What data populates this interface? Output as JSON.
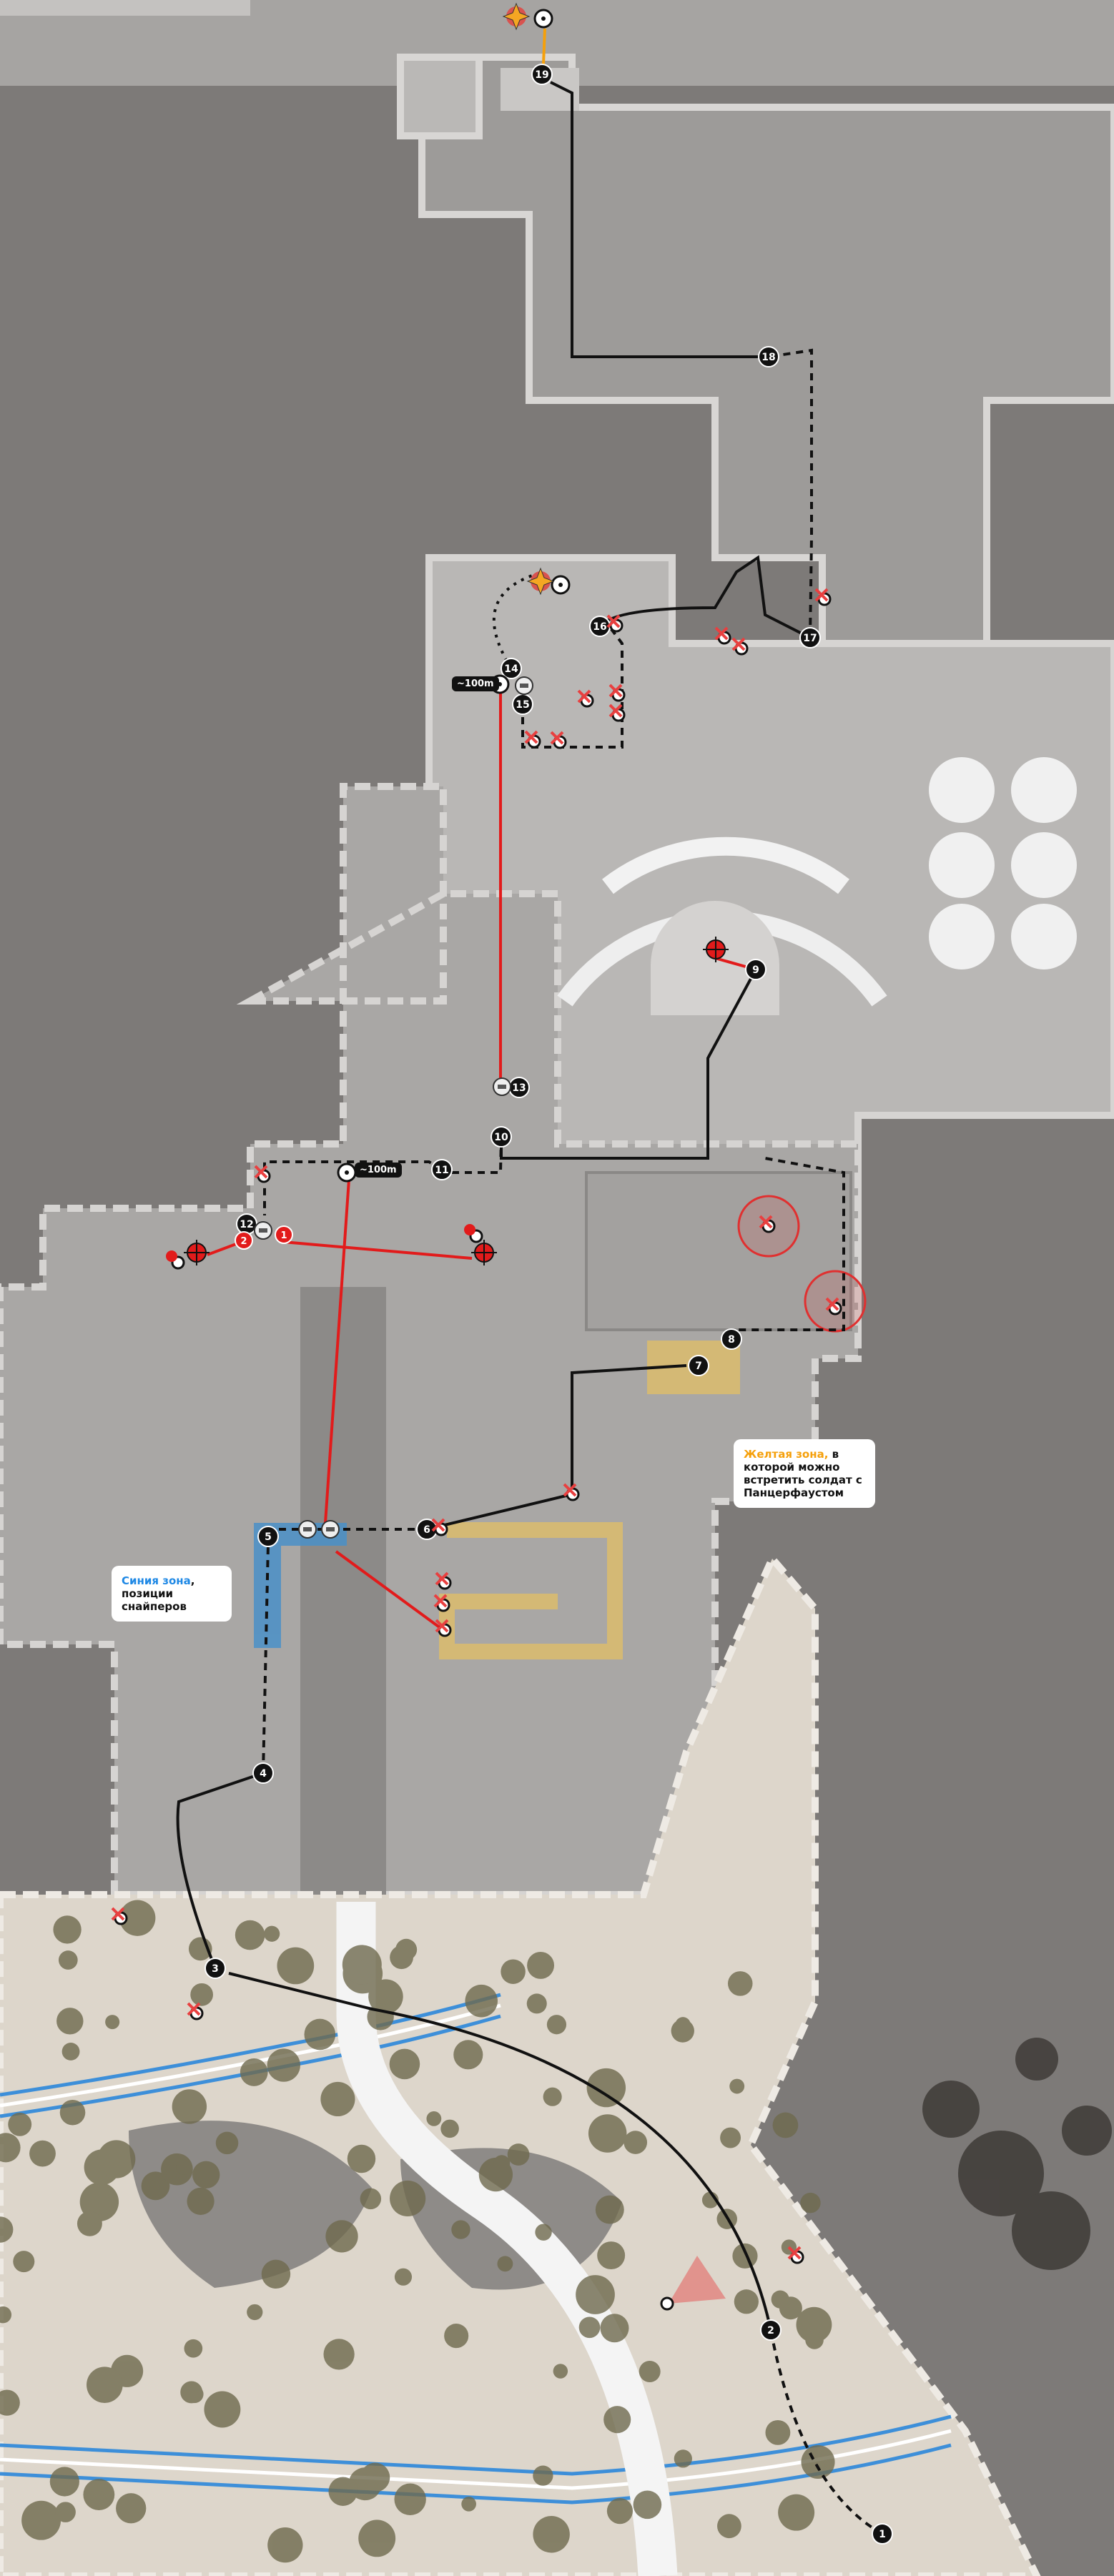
{
  "map": {
    "colors": {
      "terrain_dark": "#7d7a78",
      "building": "#a9a7a5",
      "plaza": "#b9b7b5",
      "sand": "#ddd6cb",
      "route": "#111111",
      "sniper_line": "#e21b1b",
      "blue_zone": "#4a90c8",
      "yellow_zone": "#d8bb70",
      "water": "#3d8fd9",
      "tree": "#6f6a4e",
      "orange_line": "#f5a00b"
    },
    "waypoints": [
      "1",
      "2",
      "3",
      "4",
      "5",
      "6",
      "7",
      "8",
      "9",
      "10",
      "11",
      "12",
      "13",
      "14",
      "15",
      "16",
      "17",
      "18",
      "19"
    ],
    "sniper_shots": [
      "1",
      "2"
    ],
    "distance_labels": [
      "~100m",
      "~100m"
    ],
    "icons": [
      "explosion-icon",
      "crosshair-icon",
      "target-icon",
      "sniper-nest-icon",
      "enemy-crossed-icon",
      "alert-enemy-icon",
      "sniper-enemy-icon",
      "detection-cone-icon"
    ]
  },
  "callouts": {
    "blue": {
      "highlight": "Синия зона",
      "text": ", позиции снайперов"
    },
    "yellow": {
      "highlight": "Желтая зона,",
      "text": " в которой можно встретить солдат с Панцерфаустом"
    }
  }
}
